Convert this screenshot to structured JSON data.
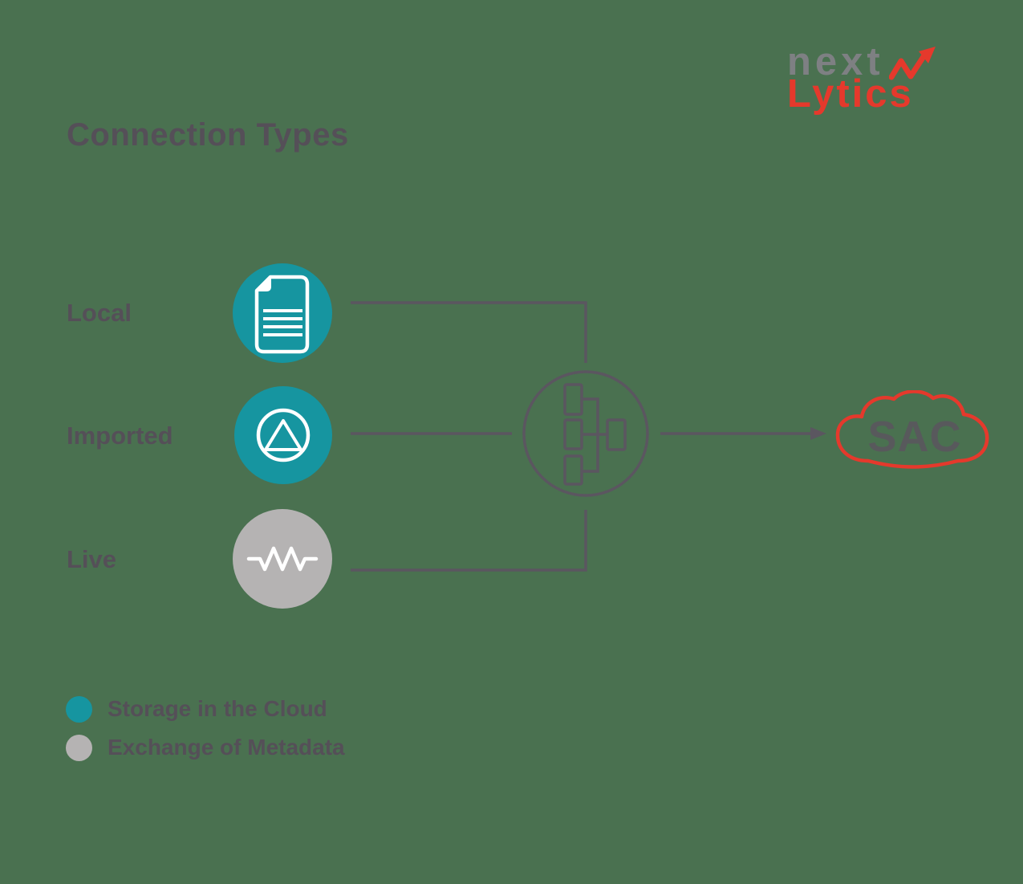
{
  "title": "Connection Types",
  "logo": {
    "text_top": "next",
    "text_bottom": "Lytics",
    "arrow_icon": "growth-arrow-icon",
    "gray_color": "#7e8083",
    "red_color": "#e5392c"
  },
  "rows": [
    {
      "label": "Local",
      "icon": "document-icon",
      "circle_color": "#1695a0"
    },
    {
      "label": "Imported",
      "icon": "circle-triangle-icon",
      "circle_color": "#1695a0"
    },
    {
      "label": "Live",
      "icon": "signal-zigzag-icon",
      "circle_color": "#b5b3b3"
    }
  ],
  "hub": {
    "icon": "integration-hub-icon",
    "stroke_color": "#5b5660"
  },
  "cloud": {
    "label": "SAC",
    "outline_color": "#e5392c",
    "label_color": "#58595c"
  },
  "legend": {
    "items": [
      {
        "label": "Storage in the Cloud",
        "color": "#1695a0"
      },
      {
        "label": "Exchange of Metadata",
        "color": "#b5b3b3"
      }
    ]
  },
  "colors": {
    "background": "#4a7150",
    "connector": "#5b5660",
    "text": "#554f58"
  }
}
